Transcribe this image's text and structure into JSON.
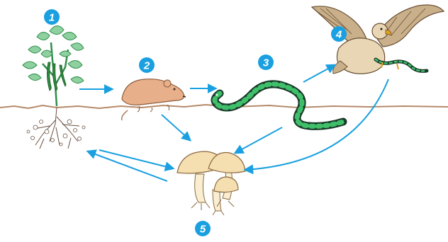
{
  "badges": [
    {
      "id": "1",
      "label": "1"
    },
    {
      "id": "2",
      "label": "2"
    },
    {
      "id": "3",
      "label": "3"
    },
    {
      "id": "4",
      "label": "4"
    },
    {
      "id": "5",
      "label": "5"
    }
  ],
  "colors": {
    "arrow": "#1aa0e0",
    "badge_fill": "#1aa0e0",
    "ground": "#b58a6a",
    "leaf": "#8fd0a0",
    "leaf_dark": "#2f8f4a",
    "bean": "#2e8b3e",
    "mouse": "#e8b08a",
    "snake_dark": "#1a3a2a",
    "snake_light": "#3fbf6a",
    "eagle_body": "#e8d6b4",
    "eagle_wing": "#c9b08a",
    "mushroom_cap": "#f5deb0",
    "mushroom_stem": "#faeed2"
  },
  "organisms": [
    {
      "key": "producer",
      "icon": "bean-plant-icon"
    },
    {
      "key": "primary-consumer",
      "icon": "mouse-icon"
    },
    {
      "key": "secondary-consumer",
      "icon": "snake-icon"
    },
    {
      "key": "tertiary-consumer",
      "icon": "eagle-icon"
    },
    {
      "key": "decomposer",
      "icon": "mushroom-icon"
    }
  ]
}
